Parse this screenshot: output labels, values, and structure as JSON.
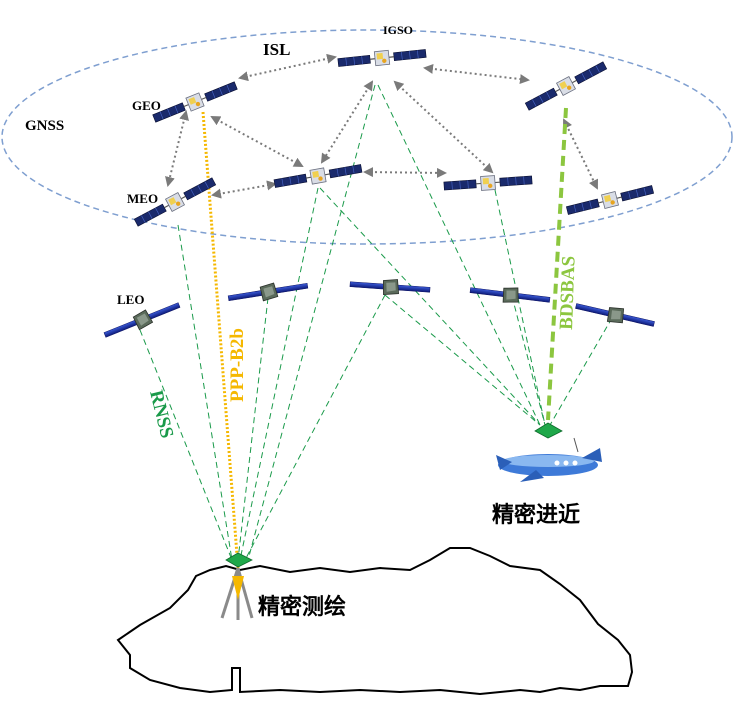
{
  "labels": {
    "gnss": "GNSS",
    "isl": "ISL",
    "igso": "IGSO",
    "geo": "GEO",
    "meo": "MEO",
    "leo": "LEO",
    "rnss": "RNSS",
    "ppp_b2b": "PPP-B2b",
    "bdsbas": "BDSBAS",
    "precision_approach": "精密进近",
    "precision_surveying": "精密测绘"
  },
  "colors": {
    "orbit_ellipse": "#7f9fd0",
    "isl_arrow": "#7a7a7a",
    "rnss_link": "#1a9a4a",
    "ppp_b2b_link": "#f5b800",
    "bdsbas_link": "#8cc63f",
    "leo_panel": "#1c2fa8",
    "terrain_outline": "#000000"
  }
}
